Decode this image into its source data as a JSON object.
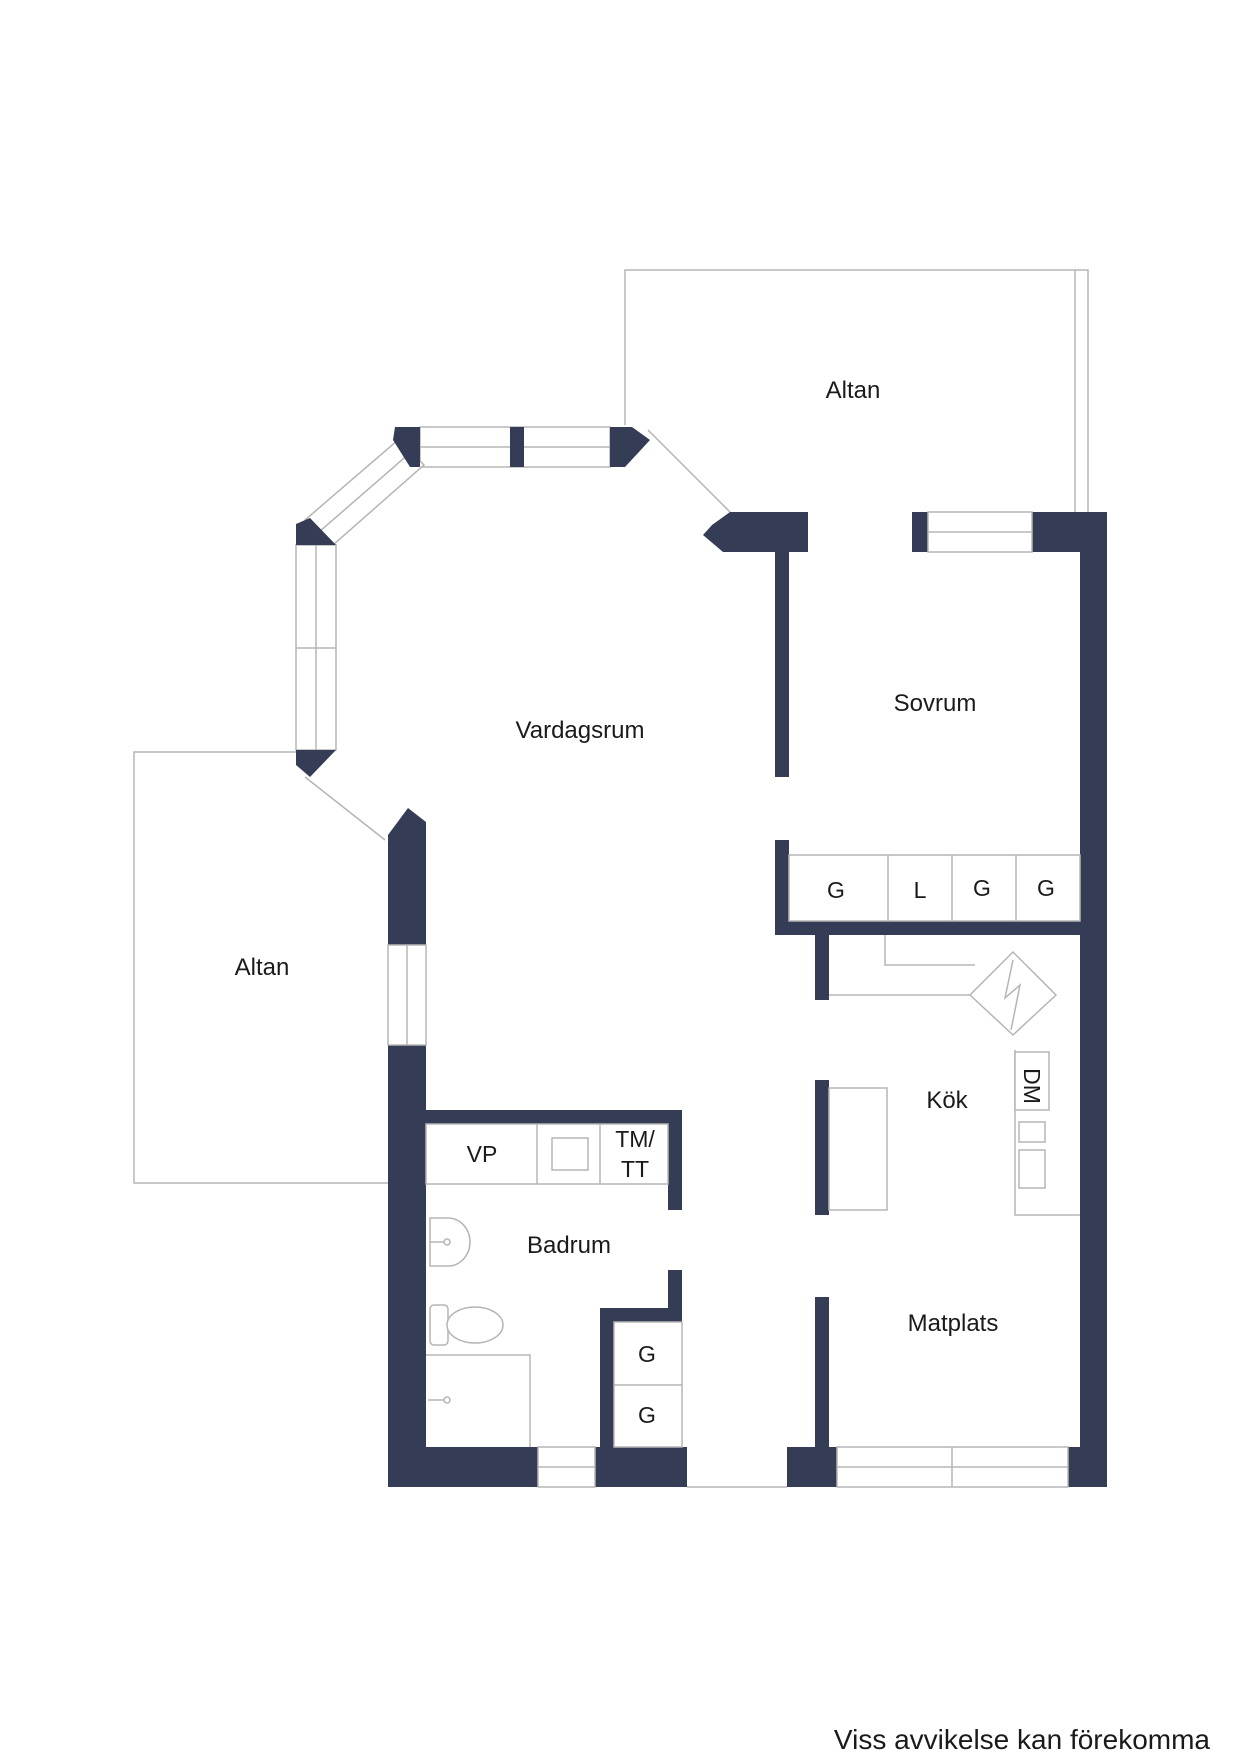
{
  "colors": {
    "wall": "#353c55",
    "line": "#b5b5b5",
    "background": "#ffffff"
  },
  "rooms": {
    "altan_top": "Altan",
    "altan_left": "Altan",
    "vardagsrum": "Vardagsrum",
    "sovrum": "Sovrum",
    "kok": "Kök",
    "badrum": "Badrum",
    "matplats": "Matplats"
  },
  "fixtures": {
    "wardrobe_1": "G",
    "wardrobe_2": "L",
    "wardrobe_3": "G",
    "wardrobe_4": "G",
    "dishwasher": "DM",
    "water_heater": "VP",
    "washer_line1": "TM/",
    "washer_line2": "TT",
    "bath_closet_1": "G",
    "bath_closet_2": "G"
  },
  "footer": {
    "disclaimer": "Viss avvikelse kan förekomma"
  }
}
